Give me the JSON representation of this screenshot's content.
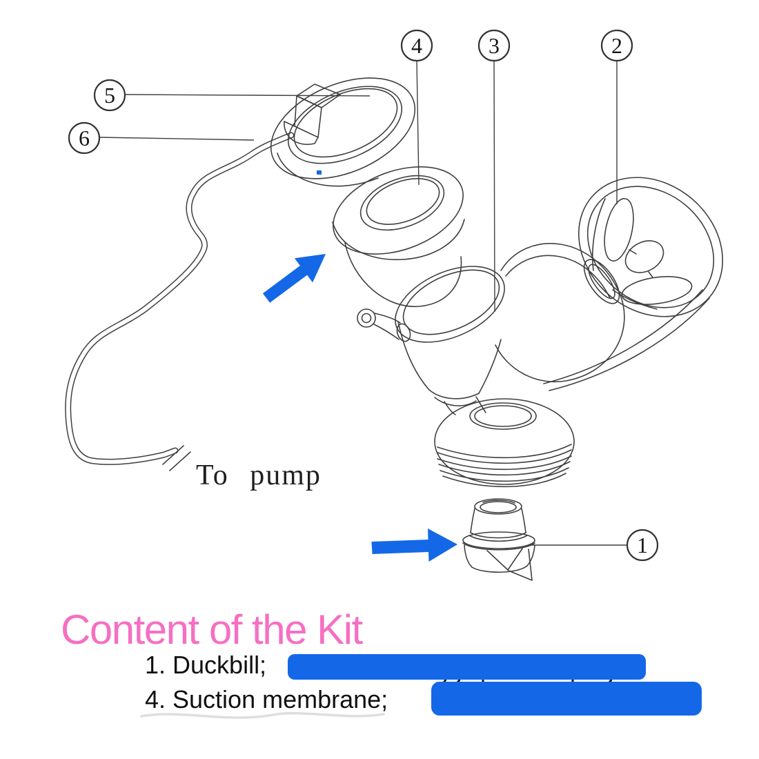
{
  "diagram": {
    "callouts": [
      {
        "number": "1"
      },
      {
        "number": "2"
      },
      {
        "number": "3"
      },
      {
        "number": "4"
      },
      {
        "number": "5"
      },
      {
        "number": "6"
      }
    ],
    "labels": {
      "to_pump": "To pump"
    }
  },
  "content": {
    "heading": "Content of the Kit",
    "items": [
      {
        "label": "1. Duckbill;"
      },
      {
        "label": "4. Suction membrane;"
      }
    ]
  },
  "colors": {
    "accent_blue": "#1468e8",
    "heading_pink": "#f56fc2",
    "line_gray": "#3f3f3f"
  }
}
